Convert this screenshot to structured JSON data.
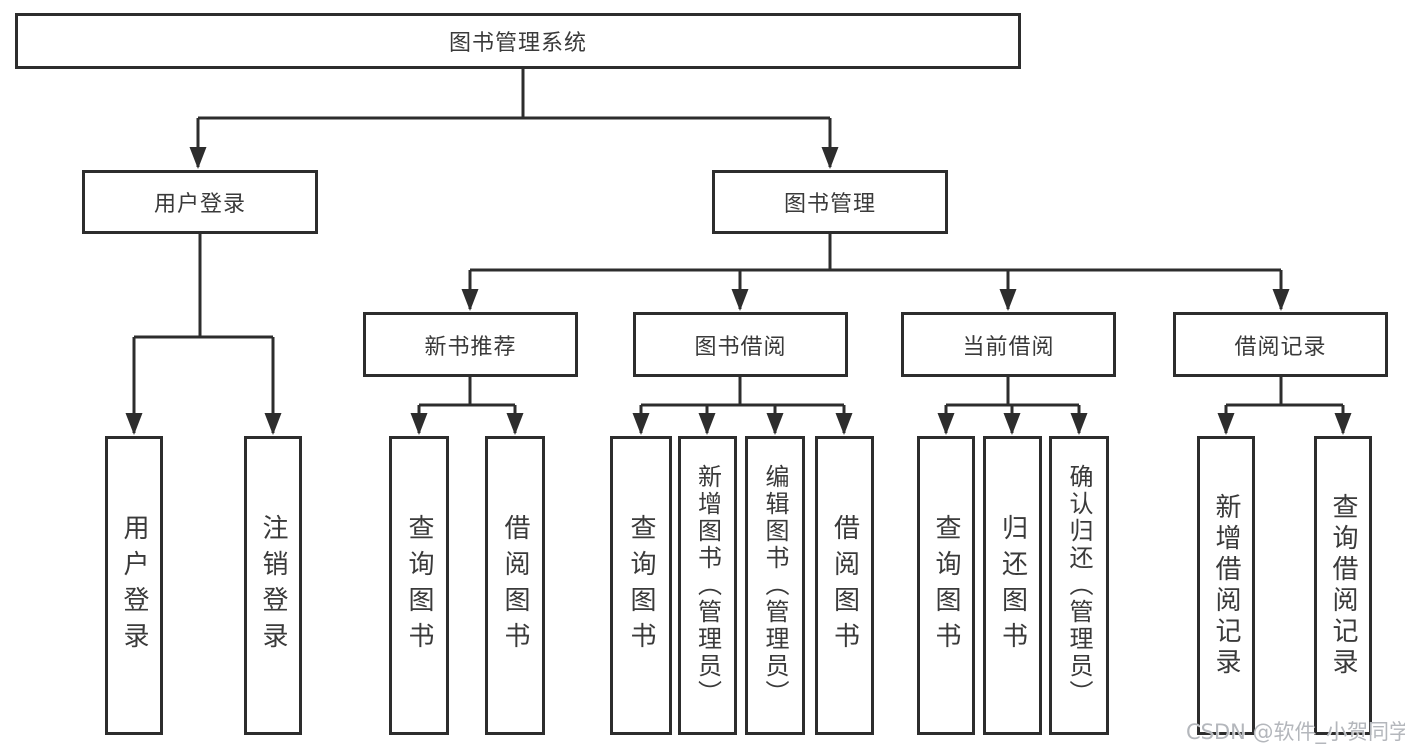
{
  "diagram": {
    "root": {
      "label": "图书管理系统",
      "children": [
        {
          "label": "用户登录",
          "children": [
            {
              "label": "用户登录"
            },
            {
              "label": "注销登录"
            }
          ]
        },
        {
          "label": "图书管理",
          "children": [
            {
              "label": "新书推荐",
              "children": [
                {
                  "label": "查询图书"
                },
                {
                  "label": "借阅图书"
                }
              ]
            },
            {
              "label": "图书借阅",
              "children": [
                {
                  "label": "查询图书"
                },
                {
                  "label": "新增图书（管理员）"
                },
                {
                  "label": "编辑图书（管理员）"
                },
                {
                  "label": "借阅图书"
                }
              ]
            },
            {
              "label": "当前借阅",
              "children": [
                {
                  "label": "查询图书"
                },
                {
                  "label": "归还图书"
                },
                {
                  "label": "确认归还（管理员）"
                }
              ]
            },
            {
              "label": "借阅记录",
              "children": [
                {
                  "label": "新增借阅记录"
                },
                {
                  "label": "查询借阅记录"
                }
              ]
            }
          ]
        }
      ]
    }
  },
  "watermark": {
    "text": "CSDN @软件_小贺同学"
  },
  "colors": {
    "line": "#2d2d2d",
    "text": "#3a3a3a",
    "background": "#ffffff",
    "watermark": "#b4b7bc"
  }
}
